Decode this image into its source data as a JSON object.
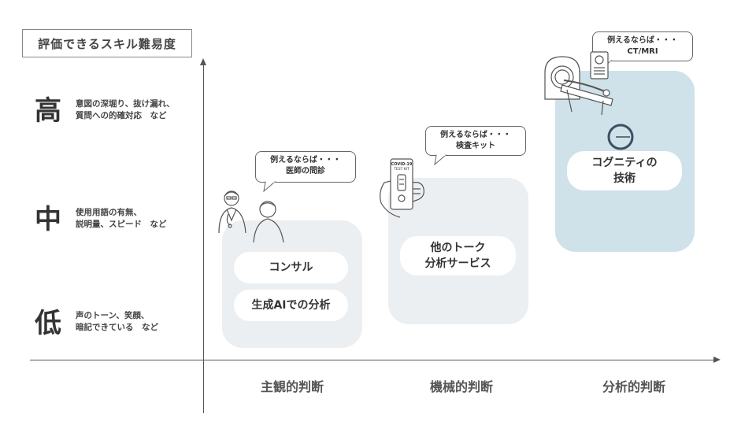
{
  "title": "評価できるスキル難易度",
  "levels": [
    {
      "kanji": "高",
      "desc": "意図の深堀り、抜け漏れ、\n質問への的確対応　など"
    },
    {
      "kanji": "中",
      "desc": "使用用語の有無、\n説明量、スピード　など"
    },
    {
      "kanji": "低",
      "desc": "声のトーン、笑顔、\n暗記できている　など"
    }
  ],
  "x_axis": [
    "主観的判断",
    "機械的判断",
    "分析的判断"
  ],
  "groups": {
    "subjective": {
      "bubble": "例えるならば・・・\n医師の問診",
      "items": [
        "コンサル",
        "生成AIでの分析"
      ]
    },
    "mechanical": {
      "bubble": "例えるならば・・・\n検査キット",
      "items": [
        "他のトーク\n分析サービス"
      ],
      "kit_text": [
        "COVID-19",
        "TEST KIT"
      ]
    },
    "analytical": {
      "bubble": "例えるならば・・・\nCT/MRI",
      "items": [
        "コグニティの\n技術"
      ]
    }
  },
  "colors": {
    "panel_gray": "#eceff1",
    "panel_blue": "#cfe1e9",
    "accent_ring": "#3b4f60"
  }
}
